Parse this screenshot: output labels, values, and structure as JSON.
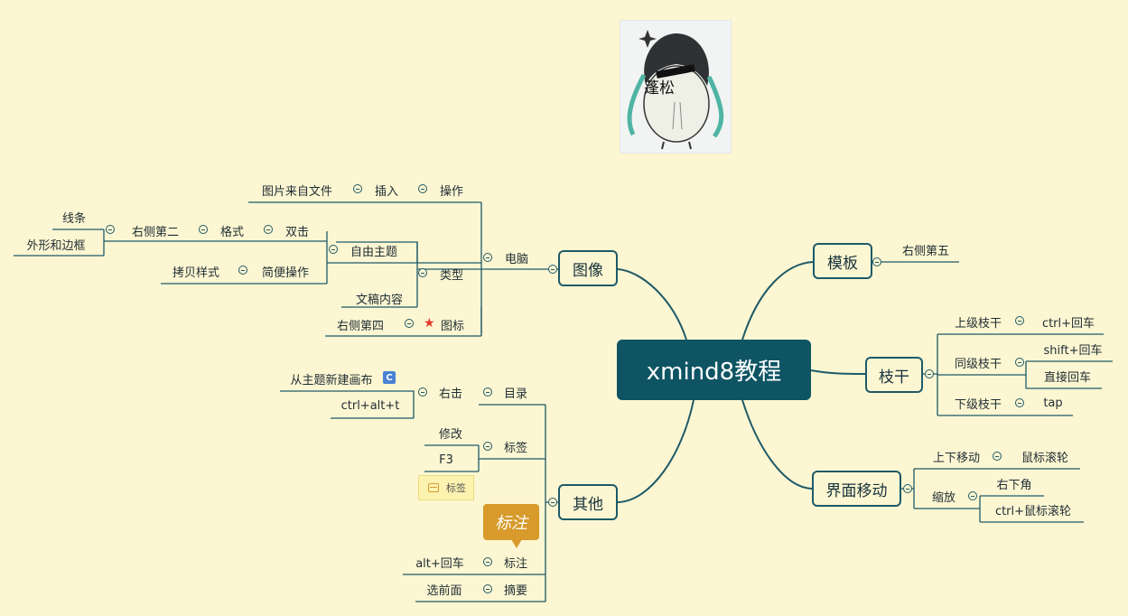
{
  "central": "xmind8教程",
  "colors": {
    "background": "#fcf6d2",
    "central_fill": "#0e5463",
    "line": "#1e5a68",
    "callout": "#d79a2b",
    "star": "#e2362b"
  },
  "avatar": {
    "caption": "蓬松"
  },
  "image_branch": {
    "title": "图像",
    "computer": "电脑",
    "operation": "操作",
    "insert": "插入",
    "from_file": "图片来自文件",
    "type": "类型",
    "free_topic": "自由主题",
    "double_click": "双击",
    "format": "格式",
    "right_second": "右侧第二",
    "lines": "线条",
    "shape_border": "外形和边框",
    "simple_op": "简便操作",
    "copy_style": "拷贝样式",
    "draft_content": "文稿内容",
    "icon": "图标",
    "right_fourth": "右侧第四"
  },
  "other_branch": {
    "title": "其他",
    "toc": "目录",
    "right_click": "右击",
    "new_canvas": "从主题新建画布",
    "new_canvas_icon": "C",
    "shortcut_canvas": "ctrl+alt+t",
    "tag": "标签",
    "modify": "修改",
    "f3": "F3",
    "tag_box": "标签",
    "callout_box": "标注",
    "annotation": "标注",
    "alt_enter": "alt+回车",
    "summary": "摘要",
    "select_front": "选前面"
  },
  "template_branch": {
    "title": "模板",
    "right_fifth": "右侧第五"
  },
  "trunk_branch": {
    "title": "枝干",
    "parent": "上级枝干",
    "parent_key": "ctrl+回车",
    "sibling": "同级枝干",
    "sibling_key1": "shift+回车",
    "sibling_key2": "直接回车",
    "child": "下级枝干",
    "child_key": "tap"
  },
  "move_branch": {
    "title": "界面移动",
    "updown": "上下移动",
    "wheel": "鼠标滚轮",
    "zoom": "缩放",
    "bottom_right": "右下角",
    "ctrl_wheel": "ctrl+鼠标滚轮"
  }
}
